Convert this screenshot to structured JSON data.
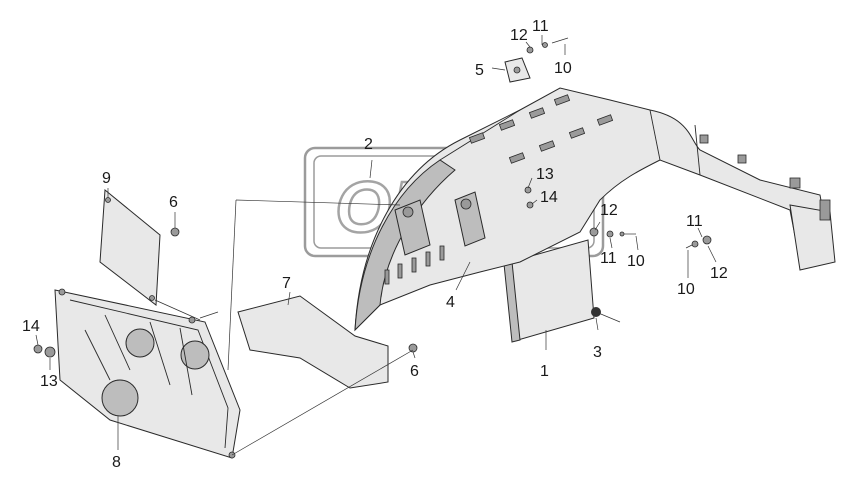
{
  "callouts": [
    {
      "id": "c1",
      "text": "1"
    },
    {
      "id": "c2",
      "text": "2"
    },
    {
      "id": "c3",
      "text": "3"
    },
    {
      "id": "c4",
      "text": "4"
    },
    {
      "id": "c5",
      "text": "5"
    },
    {
      "id": "c6a",
      "text": "6"
    },
    {
      "id": "c6b",
      "text": "6"
    },
    {
      "id": "c7",
      "text": "7"
    },
    {
      "id": "c8",
      "text": "8"
    },
    {
      "id": "c9",
      "text": "9"
    },
    {
      "id": "c10a",
      "text": "10"
    },
    {
      "id": "c10b",
      "text": "10"
    },
    {
      "id": "c10c",
      "text": "10"
    },
    {
      "id": "c11a",
      "text": "11"
    },
    {
      "id": "c11b",
      "text": "11"
    },
    {
      "id": "c11c",
      "text": "11"
    },
    {
      "id": "c12a",
      "text": "12"
    },
    {
      "id": "c12b",
      "text": "12"
    },
    {
      "id": "c12c",
      "text": "12"
    },
    {
      "id": "c13a",
      "text": "13"
    },
    {
      "id": "c13b",
      "text": "13"
    },
    {
      "id": "c14a",
      "text": "14"
    },
    {
      "id": "c14b",
      "text": "14"
    }
  ],
  "watermark": {
    "text": "OPE"
  }
}
